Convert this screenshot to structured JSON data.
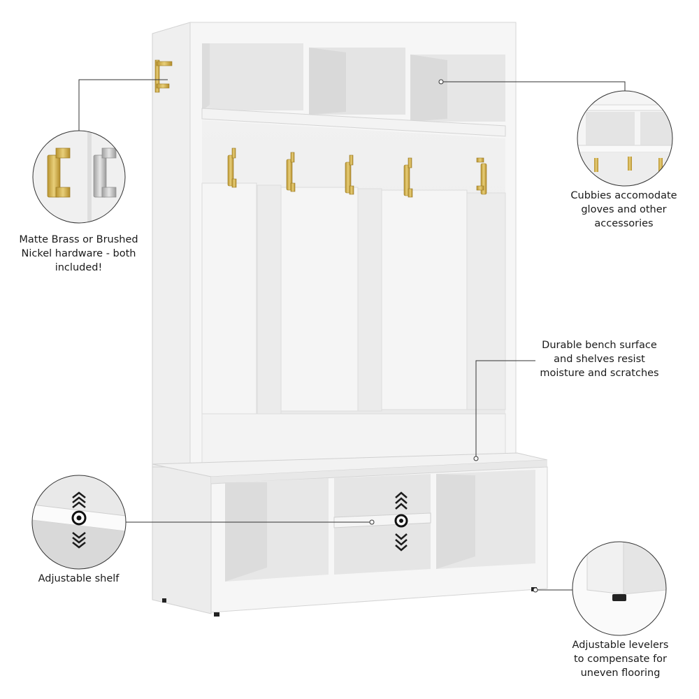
{
  "captions": {
    "hardware": "Matte Brass or Brushed\nNickel hardware - both\nincluded!",
    "cubbies": "Cubbies accomodate\ngloves and other\naccessories",
    "bench": "Durable bench surface\nand shelves resist\nmoisture and scratches",
    "shelf": "Adjustable shelf",
    "levelers": "Adjustable levelers\nto compensate for\nuneven flooring"
  },
  "colors": {
    "cabinet_white": "#f4f4f4",
    "cabinet_shade": "#e3e3e3",
    "cabinet_shadow": "#d4d4d4",
    "brass": "#c9a94a",
    "nickel": "#bdbdbd",
    "leader_line": "#333333"
  }
}
